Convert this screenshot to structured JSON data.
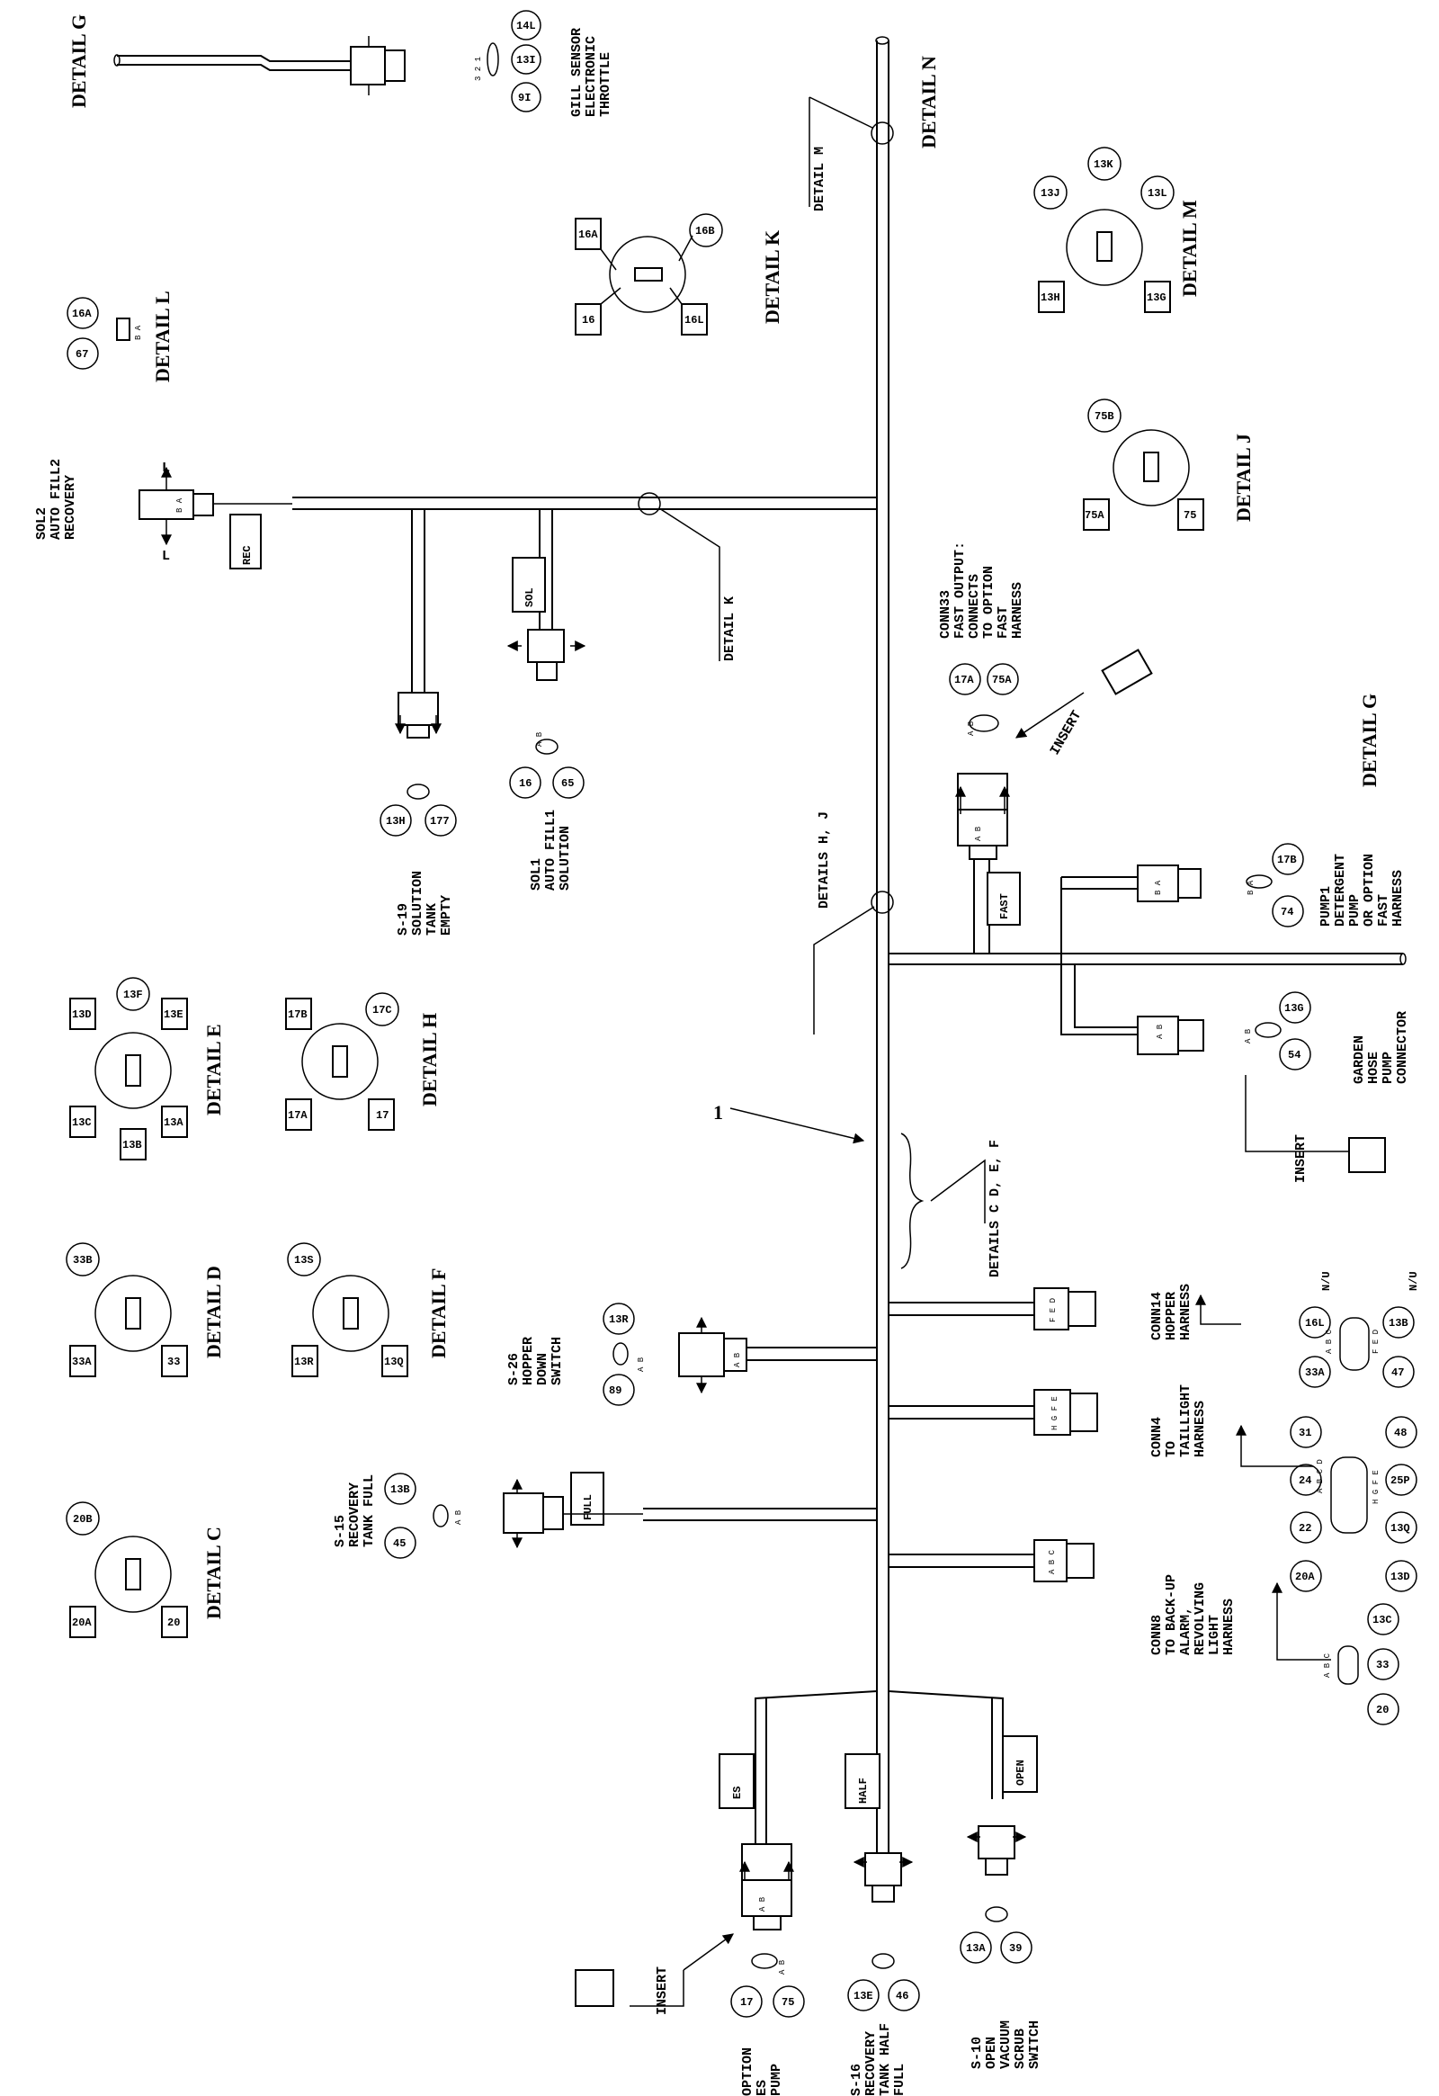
{
  "diagram": {
    "callout_number": "1",
    "details": {
      "g_top": "DETAIL G",
      "g_right": "DETAIL G",
      "n": "DETAIL N",
      "m_ptr": "DETAIL M",
      "m": "DETAIL M",
      "k": "DETAIL K",
      "k_ptr": "DETAIL K",
      "l": "DETAIL L",
      "j": "DETAIL J",
      "hj_ptr": "DETAILS H, J",
      "cdef_ptr": "DETAILS C D, E, F",
      "e": "DETAIL E",
      "h": "DETAIL H",
      "d": "DETAIL D",
      "f": "DETAIL F",
      "c": "DETAIL C"
    },
    "components": {
      "gill": [
        "GILL SENSOR",
        "ELECTRONIC",
        "THROTTLE"
      ],
      "sol2": [
        "SOL2",
        "AUTO FILL2",
        "RECOVERY"
      ],
      "s19": [
        "S-19",
        "SOLUTION",
        "TANK",
        "EMPTY"
      ],
      "sol1": [
        "SOL1",
        "AUTO FILL1",
        "SOLUTION"
      ],
      "conn33": [
        "CONN33",
        "FAST OUTPUT:",
        "CONNECTS",
        "TO OPTION",
        "FAST",
        "HARNESS"
      ],
      "pump1": [
        "PUMP1",
        "DETERGENT",
        "PUMP",
        "OR OPTION",
        "FAST",
        "HARNESS"
      ],
      "garden": [
        "GARDEN",
        "HOSE",
        "PUMP",
        "CONNECTOR"
      ],
      "s26": [
        "S-26",
        "HOPPER",
        "DOWN",
        "SWITCH"
      ],
      "conn14": [
        "CONN14",
        "HOPPER",
        "HARNESS"
      ],
      "conn4": [
        "CONN4",
        "TO",
        "TAILLIGHT",
        "HARNESS"
      ],
      "s15": [
        "S-15",
        "RECOVERY",
        "TANK FULL"
      ],
      "conn8": [
        "CONN8",
        "TO BACK-UP",
        "ALARM,",
        "REVOLVING",
        "LIGHT",
        "HARNESS"
      ],
      "option_es": [
        "OPTION",
        "ES",
        "PUMP"
      ],
      "s16": [
        "S-16",
        "RECOVERY",
        "TANK HALF",
        "FULL"
      ],
      "s10": [
        "S-10",
        "OPEN",
        "VACUUM",
        "SCRUB",
        "SWITCH"
      ]
    },
    "wire_tags": {
      "rec": "REC",
      "sol": "SOL",
      "fast": "FAST",
      "full": "FULL",
      "es": "ES",
      "half": "HALF",
      "open": "OPEN"
    },
    "insert_labels": [
      "INSERT",
      "INSERT",
      "INSERT"
    ],
    "wires": {
      "gill": [
        "14L",
        "13I",
        "9I"
      ],
      "detail_l": [
        "16A",
        "67"
      ],
      "detail_k": [
        "16A",
        "16B",
        "16",
        "16L"
      ],
      "detail_m": [
        "13J",
        "13K",
        "13L",
        "13H",
        "13G"
      ],
      "detail_j": [
        "75B",
        "75A",
        "75"
      ],
      "s19": [
        "13H",
        "177"
      ],
      "sol1": [
        "16",
        "65"
      ],
      "conn33": [
        "17A",
        "75A"
      ],
      "pump1": [
        "17B",
        "74"
      ],
      "garden": [
        "13G",
        "54"
      ],
      "detail_e": [
        "13D",
        "13F",
        "13E",
        "13C",
        "13B",
        "13A"
      ],
      "detail_h": [
        "17B",
        "17C",
        "17A",
        "17"
      ],
      "detail_d": [
        "33B",
        "33A",
        "33"
      ],
      "detail_f": [
        "13S",
        "13R",
        "13Q"
      ],
      "detail_c": [
        "20B",
        "20A",
        "20"
      ],
      "s26": [
        "13R",
        "89"
      ],
      "conn14": [
        "16L",
        "33A",
        "13B",
        "47"
      ],
      "conn14_nu": [
        "N/U",
        "N/U"
      ],
      "conn4": [
        "31",
        "24",
        "22",
        "20A",
        "48",
        "25P",
        "13Q",
        "13D"
      ],
      "s15": [
        "13B",
        "45"
      ],
      "conn8": [
        "13C",
        "33",
        "20"
      ],
      "option_es": [
        "17",
        "75"
      ],
      "s16": [
        "13E",
        "46"
      ],
      "s10": [
        "13A",
        "39"
      ]
    },
    "pins": {
      "gill": "3 2 1",
      "ba": "B A",
      "ab": "A B",
      "abc": "A B C",
      "fed": "F E D",
      "conn4_top": "A B C D",
      "conn4_bot": "H G F E",
      "connector_fed": "F E D",
      "connector_hgfe": "H G F E",
      "connector_abc": "A B C"
    }
  }
}
